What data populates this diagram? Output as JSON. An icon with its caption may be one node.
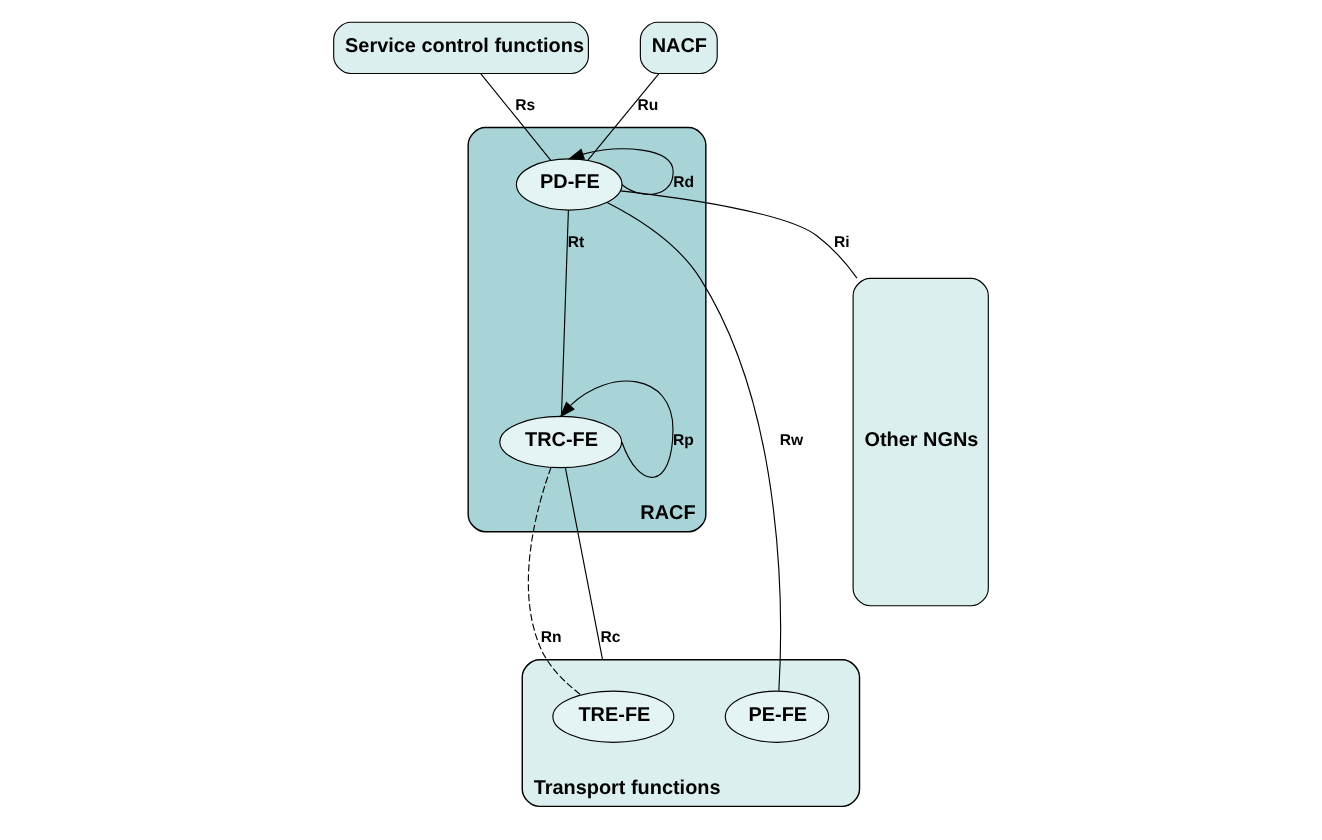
{
  "diagram": {
    "nodes": [
      {
        "text": [
          "Service control functions"
        ]
      },
      {
        "text": [
          "NACF"
        ]
      },
      {
        "text": [
          "RACF"
        ]
      },
      {
        "text": [
          "PD-FE"
        ],
        "in": 2
      },
      {
        "text": [
          "TRC-FE"
        ],
        "in": 2
      },
      {
        "text": [
          "Transport functions"
        ]
      },
      {
        "text": [
          "TRE-FE"
        ],
        "in": 5
      },
      {
        "text": [
          "PE-FE"
        ],
        "in": 5
      },
      {
        "text": [
          "Other NGNs"
        ]
      }
    ],
    "edges": [
      {
        "from": 0,
        "to": 3,
        "arrow": "none",
        "label": "Rs"
      },
      {
        "from": 1,
        "to": 3,
        "arrow": "none",
        "label": "Ru"
      },
      {
        "from": 3,
        "to": 8,
        "arrow": "none",
        "label": "Ri"
      },
      {
        "from": 3,
        "to": 3,
        "arrow": "to",
        "label": "Rd"
      },
      {
        "from": 4,
        "to": 4,
        "arrow": "to",
        "label": "Rp"
      },
      {
        "from": 3,
        "to": 4,
        "arrow": "none",
        "label": "Rt"
      },
      {
        "from": 3,
        "to": 7,
        "arrow": "none",
        "label": "Rw"
      },
      {
        "from": 4,
        "to": 6,
        "arrow": "none",
        "label": "Rn",
        "style": "dashed"
      },
      {
        "from": 4,
        "to": 5,
        "arrow": "none",
        "label": "Rc"
      }
    ]
  }
}
